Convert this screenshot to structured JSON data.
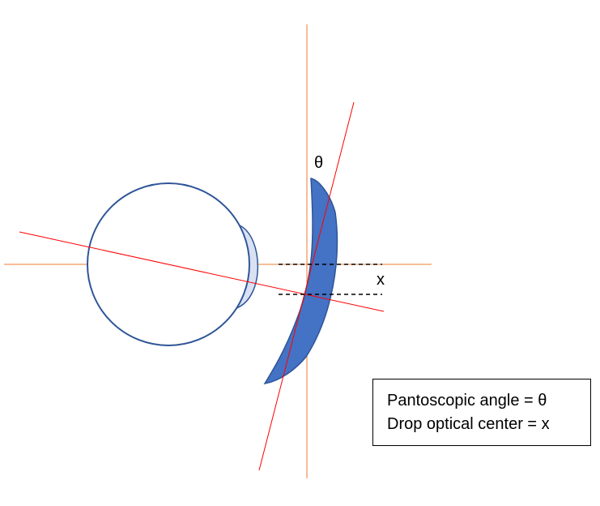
{
  "labels": {
    "theta": "θ",
    "x": "x"
  },
  "legend": {
    "line1": "Pantoscopic angle = θ",
    "line2": "Drop optical center = x"
  },
  "colors": {
    "reference_axes": "#ED7D31",
    "tilted_axes": "#FF0000",
    "eye_outline": "#2F5597",
    "cornea_fill": "#D9E1F2",
    "lens_fill": "#4472C4",
    "dashed_lines": "#000000"
  }
}
